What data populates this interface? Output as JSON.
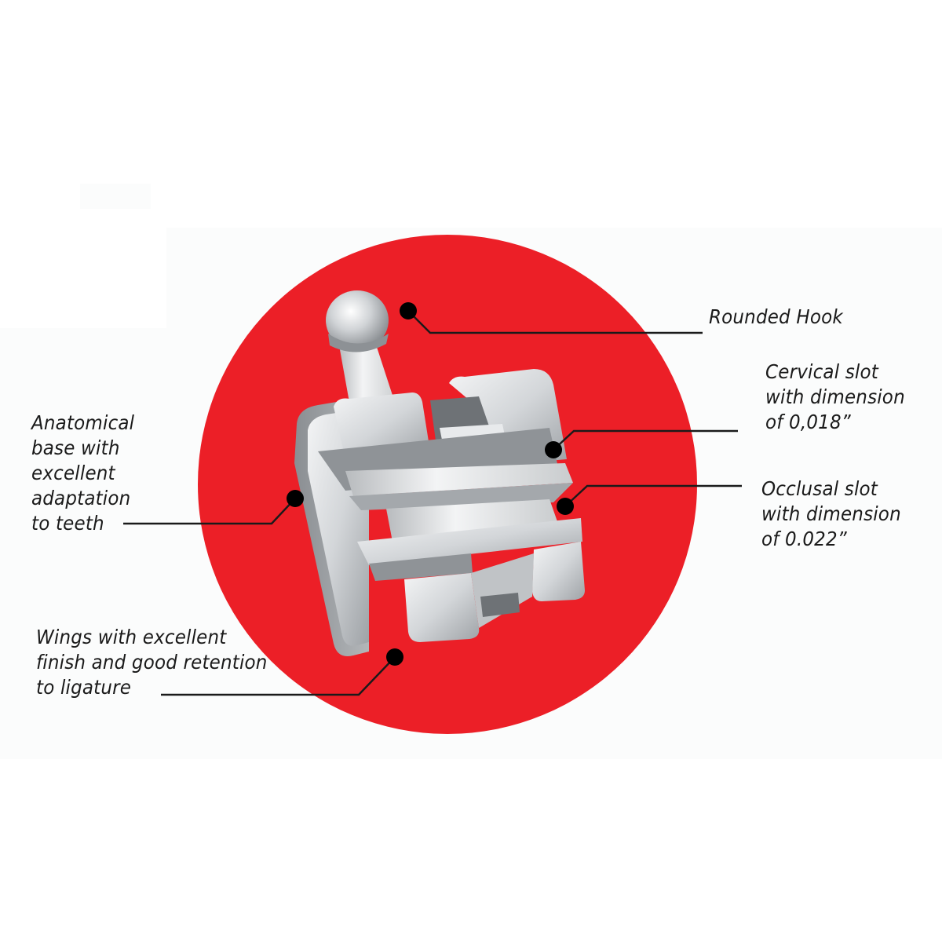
{
  "diagram": {
    "subject": "Orthodontic self-ligating bracket",
    "colors": {
      "circle": "#ec1f27",
      "leader": "#1a1a1a",
      "dot": "#000000",
      "metal_light": "#f2f3f4",
      "metal_mid": "#c4c7ca",
      "metal_dark": "#7d8185"
    },
    "callouts": [
      {
        "id": "rounded-hook",
        "text": "Rounded Hook"
      },
      {
        "id": "cervical-slot",
        "text": "Cervical slot\nwith dimension\nof 0,018”"
      },
      {
        "id": "occlusal-slot",
        "text": "Occlusal slot\nwith dimension\nof 0.022”"
      },
      {
        "id": "anatomical-base",
        "text": "Anatomical\nbase with\nexcellent\nadaptation\nto teeth"
      },
      {
        "id": "wings",
        "text": "Wings with excellent\nfinish and good retention\nto ligature"
      }
    ]
  }
}
